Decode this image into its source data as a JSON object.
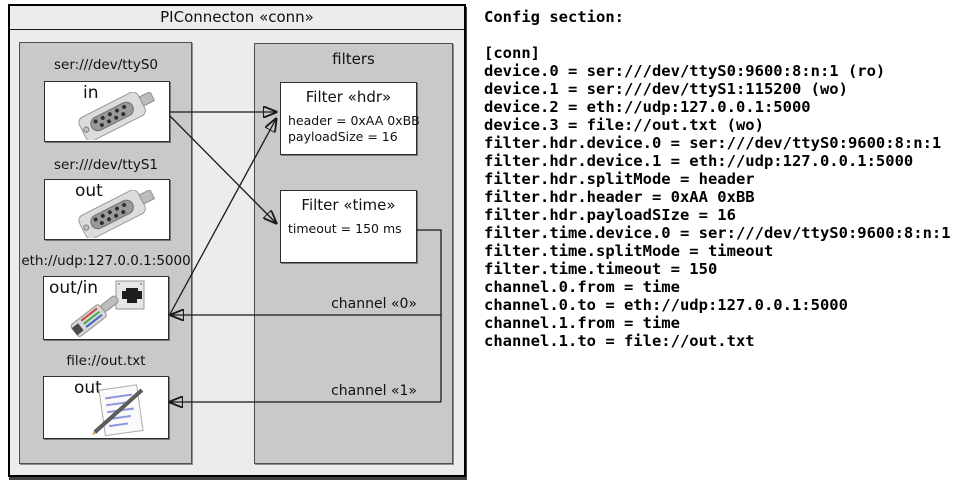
{
  "diagram": {
    "title": "PIConnecton «conn»",
    "devices_panel": {
      "devices": [
        {
          "label": "ser:///dev/ttyS0",
          "direction": "in",
          "icon": "serial-port-icon"
        },
        {
          "label": "ser:///dev/ttyS1",
          "direction": "out",
          "icon": "serial-port-icon"
        },
        {
          "label": "eth://udp:127.0.0.1:5000",
          "direction": "out/in",
          "icon": "ethernet-port-icon"
        },
        {
          "label": "file://out.txt",
          "direction": "out",
          "icon": "notepad-icon"
        }
      ]
    },
    "filters_panel": {
      "title": "filters",
      "filters": [
        {
          "title": "Filter «hdr»",
          "attributes": [
            "header = 0xAA 0xBB",
            "payloadSize = 16"
          ]
        },
        {
          "title": "Filter «time»",
          "attributes": [
            "timeout = 150 ms"
          ]
        }
      ]
    },
    "channel_labels": [
      "channel «0»",
      "channel «1»"
    ],
    "colors": {
      "canvas": "#ececec",
      "panel": "#c9c9c9",
      "box": "#ffffff",
      "line": "#1a1a1a"
    }
  },
  "config": {
    "heading": "Config section:",
    "lines": [
      "[conn]",
      "device.0 = ser:///dev/ttyS0:9600:8:n:1 (ro)",
      "device.1 = ser:///dev/ttyS1:115200 (wo)",
      "device.2 = eth://udp:127.0.0.1:5000",
      "device.3 = file://out.txt (wo)",
      "filter.hdr.device.0 = ser:///dev/ttyS0:9600:8:n:1",
      "filter.hdr.device.1 = eth://udp:127.0.0.1:5000",
      "filter.hdr.splitMode = header",
      "filter.hdr.header = 0xAA 0xBB",
      "filter.hdr.payloadSIze = 16",
      "filter.time.device.0 = ser:///dev/ttyS0:9600:8:n:1",
      "filter.time.splitMode = timeout",
      "filter.time.timeout = 150",
      "channel.0.from = time",
      "channel.0.to = eth://udp:127.0.0.1:5000",
      "channel.1.from = time",
      "channel.1.to = file://out.txt"
    ]
  }
}
